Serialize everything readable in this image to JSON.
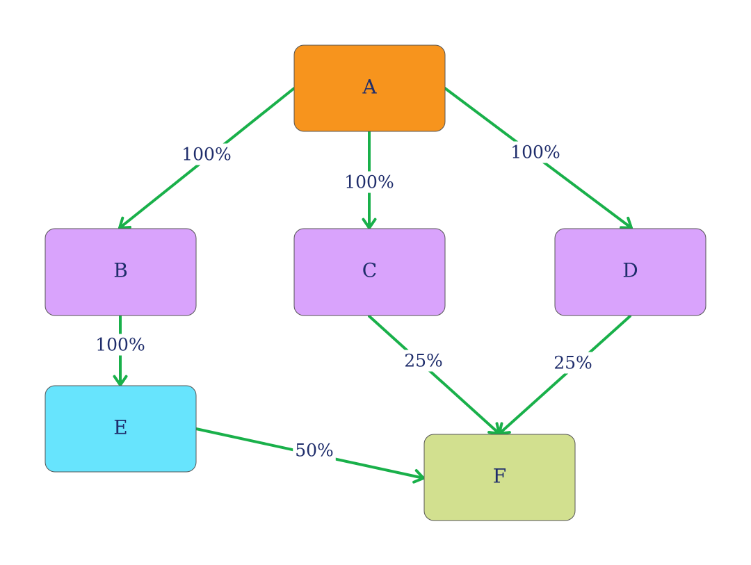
{
  "diagram": {
    "nodes": [
      {
        "id": "A",
        "label": "A",
        "color": "#f7941d"
      },
      {
        "id": "B",
        "label": "B",
        "color": "#d9a3fc"
      },
      {
        "id": "C",
        "label": "C",
        "color": "#d9a3fc"
      },
      {
        "id": "D",
        "label": "D",
        "color": "#d9a3fc"
      },
      {
        "id": "E",
        "label": "E",
        "color": "#67e4fd"
      },
      {
        "id": "F",
        "label": "F",
        "color": "#d2e08f"
      }
    ],
    "edges": [
      {
        "from": "A",
        "to": "B",
        "label": "100%"
      },
      {
        "from": "A",
        "to": "C",
        "label": "100%"
      },
      {
        "from": "A",
        "to": "D",
        "label": "100%"
      },
      {
        "from": "B",
        "to": "E",
        "label": "100%"
      },
      {
        "from": "C",
        "to": "F",
        "label": "25%"
      },
      {
        "from": "D",
        "to": "F",
        "label": "25%"
      },
      {
        "from": "E",
        "to": "F",
        "label": "50%"
      }
    ],
    "edge_color": "#19b04a",
    "label_color": "#1f2d6b"
  }
}
